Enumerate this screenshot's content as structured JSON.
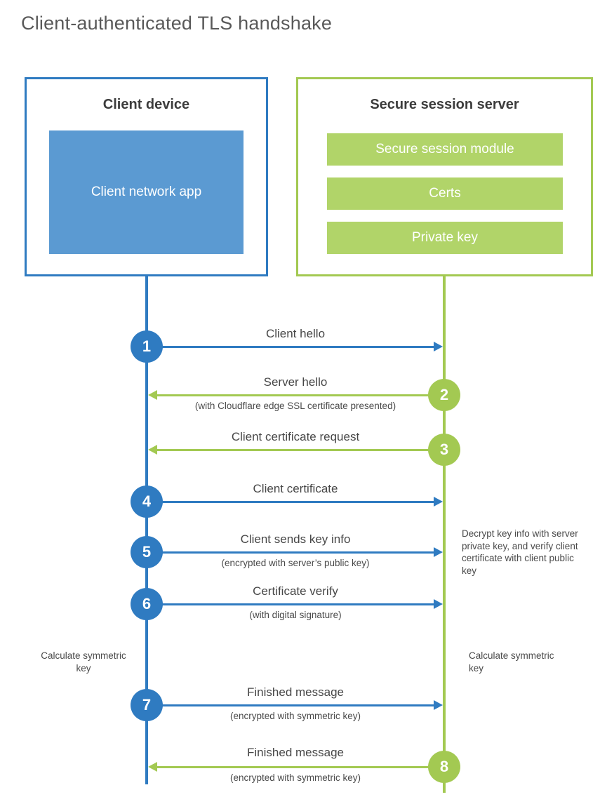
{
  "title": "Client-authenticated TLS handshake",
  "client_box": {
    "title": "Client device",
    "app_label": "Client network app"
  },
  "server_box": {
    "title": "Secure session server",
    "modules": [
      "Secure session module",
      "Certs",
      "Private key"
    ]
  },
  "steps": [
    {
      "num": "1",
      "label": "Client hello",
      "direction": "right",
      "color": "blue"
    },
    {
      "num": "2",
      "label": "Server hello",
      "subtitle": "(with Cloudflare edge SSL certificate presented)",
      "direction": "left",
      "color": "green"
    },
    {
      "num": "3",
      "label": "Client certificate request",
      "direction": "left",
      "color": "green"
    },
    {
      "num": "4",
      "label": "Client certificate",
      "direction": "right",
      "color": "blue"
    },
    {
      "num": "5",
      "label": "Client sends key info",
      "subtitle": "(encrypted with server’s public key)",
      "direction": "right",
      "color": "blue"
    },
    {
      "num": "6",
      "label": "Certificate verify",
      "subtitle": "(with digital signature)",
      "direction": "right",
      "color": "blue"
    },
    {
      "num": "7",
      "label": "Finished message",
      "subtitle": "(encrypted with symmetric key)",
      "direction": "right",
      "color": "blue"
    },
    {
      "num": "8",
      "label": "Finished message",
      "subtitle": "(encrypted with symmetric key)",
      "direction": "left",
      "color": "green"
    }
  ],
  "annotations": {
    "decrypt_note": "Decrypt key info with server private key, and verify client certificate with client public key",
    "calc_left": "Calculate symmetric key",
    "calc_right": "Calculate symmetric key"
  },
  "colors": {
    "blue": "#2f7bc1",
    "blue_fill": "#5b9ad2",
    "green": "#a3c952",
    "green_bar": "#b1d469",
    "text": "#4a4a4a"
  }
}
